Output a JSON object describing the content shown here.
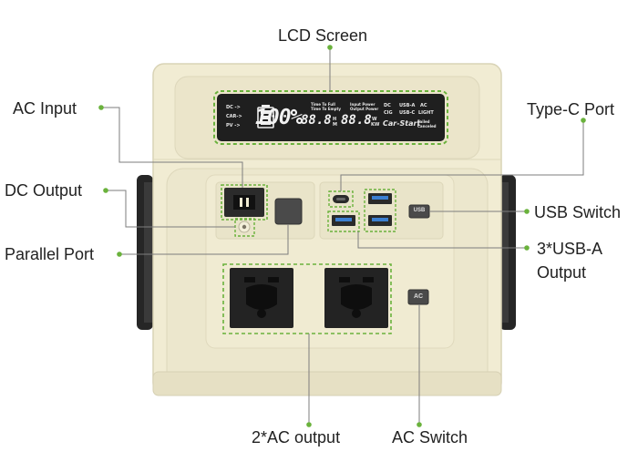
{
  "labels": {
    "lcd_screen": "LCD Screen",
    "ac_input": "AC Input",
    "dc_output": "DC Output",
    "parallel_port": "Parallel Port",
    "type_c_port": "Type-C Port",
    "usb_switch": "USB Switch",
    "usb_a_line1": "3*USB-A",
    "usb_a_line2": "Output",
    "ac_output": "2*AC output",
    "ac_switch": "AC Switch"
  },
  "lcd": {
    "dc": "DC ->",
    "car": "CAR->",
    "pv": "PV ->",
    "percent": "100%",
    "time_label_1": "Time To Full",
    "time_label_2": "Time To Empty",
    "time_value": "88.8",
    "time_unit_h": "H",
    "time_unit_m": "M",
    "power_label_1": "Input Power",
    "power_label_2": "Output Power",
    "power_value": "88.8",
    "power_unit": "W",
    "power_unit_kw": "KW",
    "ind_dc": "DC",
    "ind_usb_a": "USB-A",
    "ind_ac": "AC",
    "ind_cig": "CIG",
    "ind_usb_c": "USB-C",
    "ind_light": "LIGHT",
    "car_start": "Car-Start",
    "failed": "Failed",
    "canceled": "Canceled"
  },
  "buttons": {
    "usb": "USB",
    "ac": "AC"
  },
  "colors": {
    "body": "#f1ecd3",
    "accent": "#6ab23c",
    "lcd": "#1f1f1f",
    "socket": "#232323"
  }
}
